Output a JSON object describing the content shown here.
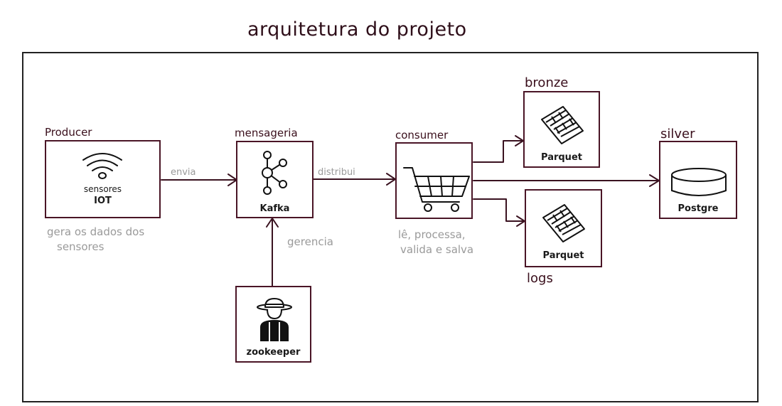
{
  "title": "arquitetura do projeto",
  "nodes": {
    "producer": {
      "label": "Producer",
      "line1": "sensores",
      "line2": "IOT"
    },
    "mensageria": {
      "label": "mensageria",
      "inner": "Kafka"
    },
    "consumer": {
      "label": "consumer"
    },
    "bronze": {
      "label": "bronze",
      "inner": "Parquet"
    },
    "logs": {
      "label": "logs",
      "inner": "Parquet"
    },
    "silver": {
      "label": "silver",
      "inner": "Postgre"
    },
    "zookeeper": {
      "inner": "zookeeper"
    }
  },
  "edges": {
    "envia": "envia",
    "distribui": "distribui",
    "gerencia": "gerencia"
  },
  "notes": {
    "producer_l1": "gera os dados dos",
    "producer_l2": "sensores",
    "consumer_l1": "lê, processa,",
    "consumer_l2": "valida e salva"
  }
}
